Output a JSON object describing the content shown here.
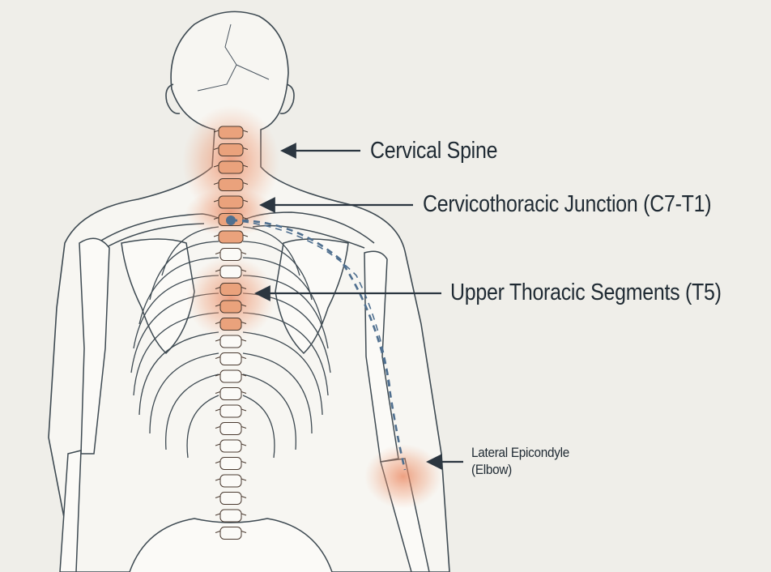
{
  "labels": {
    "cervical_spine": "Cervical Spine",
    "cervicothoracic_junction": "Cervicothoracic Junction (C7-T1)",
    "upper_thoracic": "Upper Thoracic Segments (T5)",
    "lateral_epicondyle_line1": "Lateral Epicondyle",
    "lateral_epicondyle_line2": "(Elbow)"
  },
  "colors": {
    "background": "#efeee9",
    "outline": "#3e4a52",
    "highlight": "#e9825a",
    "nerve_path": "#4f6f8f",
    "arrow": "#2b3640"
  }
}
